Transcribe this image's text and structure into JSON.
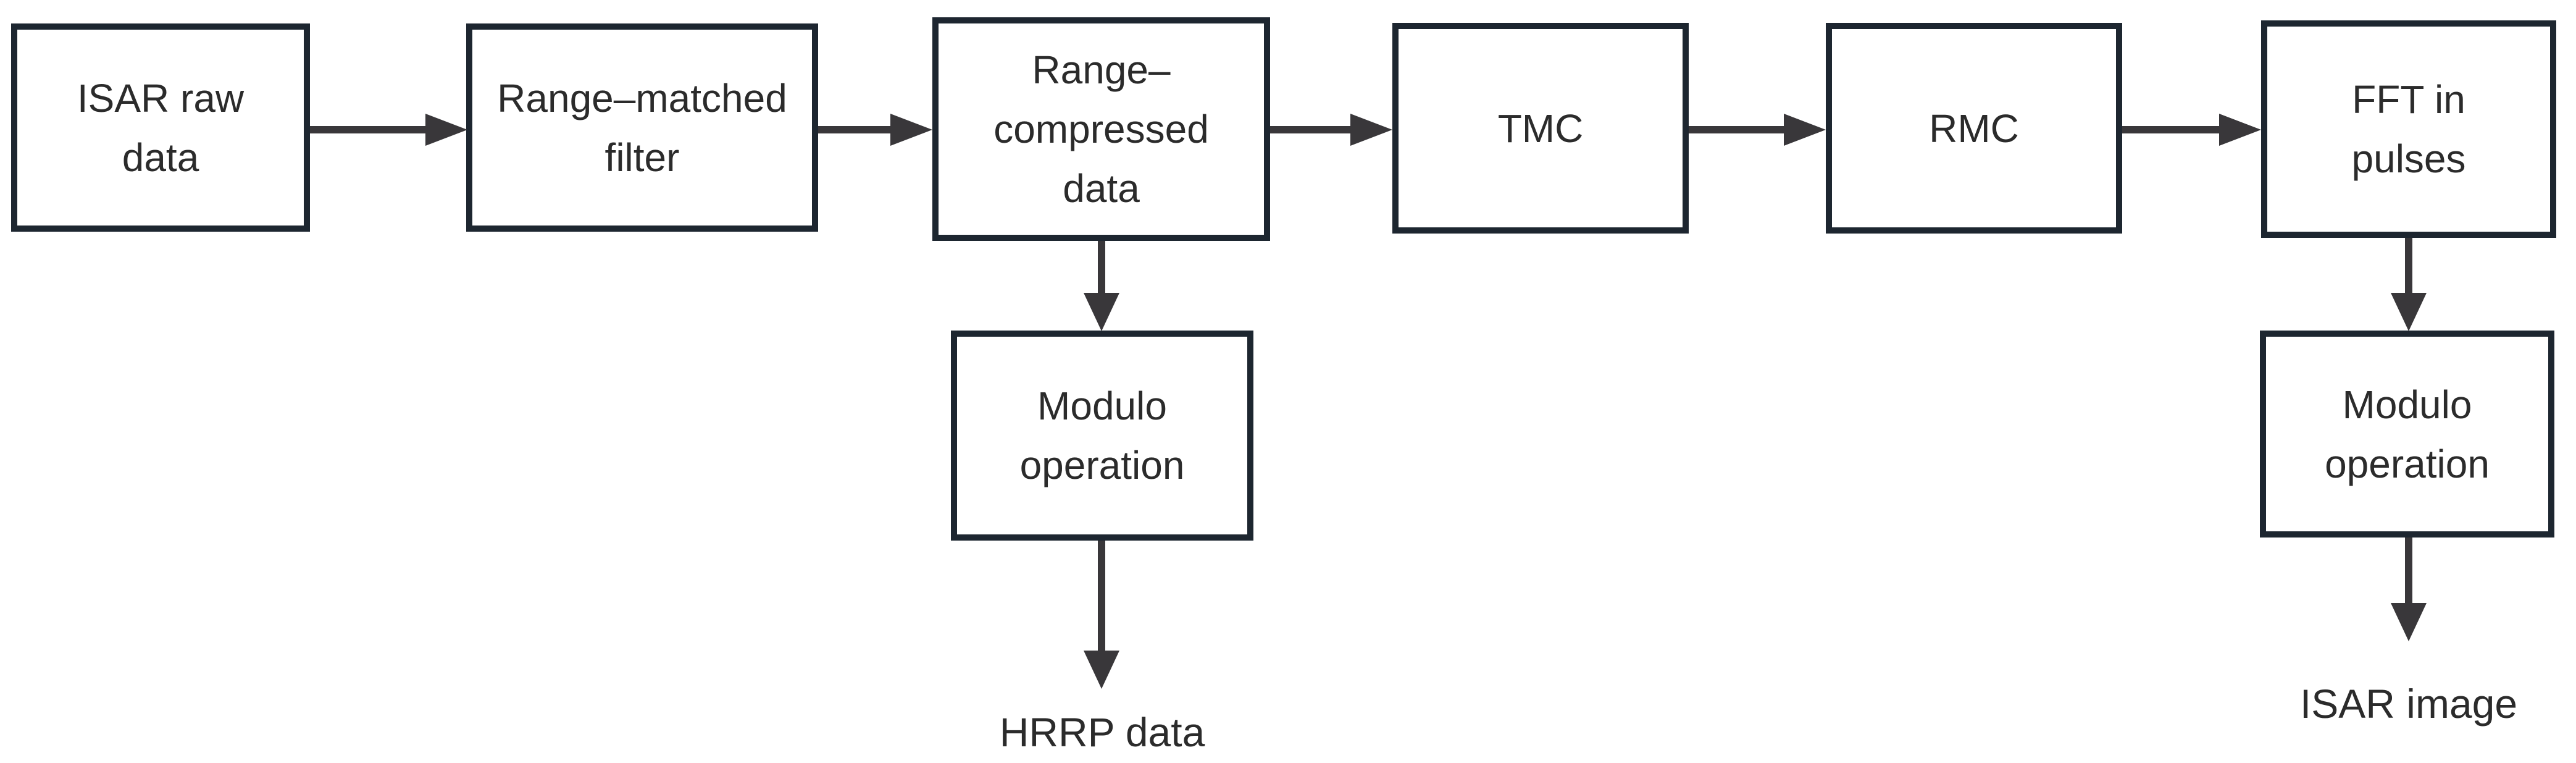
{
  "diagram": {
    "nodes": [
      {
        "id": "isar-raw-data",
        "label": "ISAR raw\ndata"
      },
      {
        "id": "range-matched-filter",
        "label": "Range–matched\nfilter"
      },
      {
        "id": "range-compressed-data",
        "label": "Range–\ncompressed\ndata"
      },
      {
        "id": "tmc",
        "label": "TMC"
      },
      {
        "id": "rmc",
        "label": "RMC"
      },
      {
        "id": "fft-in-pulses",
        "label": "FFT in\npulses"
      },
      {
        "id": "modulo-operation-1",
        "label": "Modulo\noperation"
      },
      {
        "id": "modulo-operation-2",
        "label": "Modulo\noperation"
      }
    ],
    "outputs": [
      {
        "id": "hrrp-data",
        "label": "HRRP data"
      },
      {
        "id": "isar-image",
        "label": "ISAR image"
      }
    ],
    "connections": [
      {
        "from": "isar-raw-data",
        "to": "range-matched-filter"
      },
      {
        "from": "range-matched-filter",
        "to": "range-compressed-data"
      },
      {
        "from": "range-compressed-data",
        "to": "tmc"
      },
      {
        "from": "tmc",
        "to": "rmc"
      },
      {
        "from": "rmc",
        "to": "fft-in-pulses"
      },
      {
        "from": "range-compressed-data",
        "to": "modulo-operation-1"
      },
      {
        "from": "modulo-operation-1",
        "to": "hrrp-data"
      },
      {
        "from": "fft-in-pulses",
        "to": "modulo-operation-2"
      },
      {
        "from": "modulo-operation-2",
        "to": "isar-image"
      }
    ],
    "colors": {
      "box_border": "#1d2630",
      "box_fill": "#ffffff",
      "arrow": "#39373a",
      "text": "#2b2b2b"
    }
  }
}
